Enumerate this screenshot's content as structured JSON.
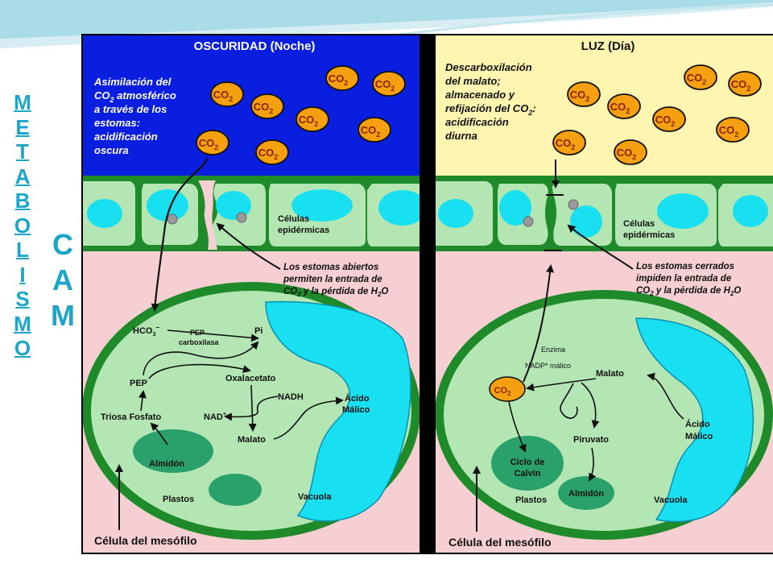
{
  "side_title_letters": [
    "M",
    "E",
    "T",
    "A",
    "B",
    "O",
    "L",
    "I",
    "S",
    "M",
    "O"
  ],
  "cam_letters": [
    "C",
    "A",
    "M"
  ],
  "left": {
    "header": "OSCURIDAD (Noche)",
    "description": [
      "Asimilación del",
      "CO",
      "2",
      " atmosférico",
      "a través de los",
      "estomas:",
      "acidificación",
      "oscura"
    ],
    "epidermal_label": [
      "Células",
      "epidérmicas"
    ],
    "stomata_note": [
      "Los estomas abiertos",
      "permiten la entrada de",
      "CO",
      "2",
      " y la pérdida de H",
      "2",
      "O"
    ],
    "hco3": "HCO",
    "hco3_sub": "3",
    "hco3_sup": "−",
    "pep_carboxilasa": [
      "PEP",
      "carboxilasa"
    ],
    "pi": "Pi",
    "pep": "PEP",
    "oxalacetato": "Oxalacetato",
    "nadh": "NADH",
    "nad": "NAD",
    "nad_sup": "+",
    "acido_malico": [
      "Ácido",
      "Málico"
    ],
    "triosa": "Triosa Fosfato",
    "malato": "Malato",
    "almidon": "Almidón",
    "plastos": "Plastos",
    "vacuola": "Vacuola",
    "cell_label": "Célula del mesófilo"
  },
  "right": {
    "header": "LUZ (Día)",
    "description": [
      "Descarboxilación",
      "del malato;",
      "almacenado y",
      "refijación del CO",
      "2",
      ":",
      "acidificación",
      "diurna"
    ],
    "epidermal_label": [
      "Células",
      "epidérmicas"
    ],
    "stomata_note": [
      "Los estomas cerrados",
      "impiden la entrada de",
      "CO",
      "2",
      " y la pérdida de H",
      "2",
      "O"
    ],
    "enzima": [
      "Enzima",
      "NADP* málico"
    ],
    "co2": "CO",
    "co2_sub": "2",
    "malato": "Malato",
    "piruvato": "Piruvato",
    "acido_malico": [
      "Ácido",
      "Málico"
    ],
    "calvin": [
      "Ciclo de",
      "Calvin"
    ],
    "almidon": "Almidón",
    "plastos": "Plastos",
    "vacuola": "Vacuola",
    "cell_label": "Célula del mesófilo"
  },
  "co2_label": "CO",
  "co2_sub": "2",
  "colors": {
    "night_sky": "#0a1ee0",
    "day_sky": "#fdf5b0",
    "tissue_bg": "#f6cfd2",
    "cell_fill": "#b4e6b4",
    "cell_border": "#1e8a2a",
    "vacuole": "#19e0f0",
    "plastid": "#2aa06a",
    "co2_fill": "#f5a010",
    "title_color": "#1ba6c9"
  }
}
